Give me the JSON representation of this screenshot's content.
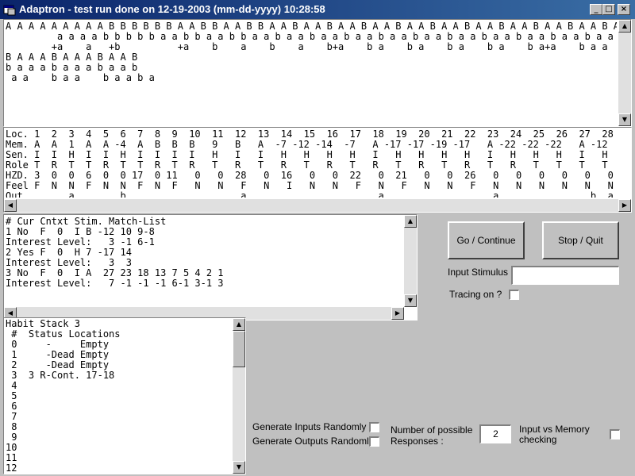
{
  "window": {
    "title": "Adaptron - test run done on 12-19-2003 (mm-dd-yyyy) 10:28:58",
    "minimize_glyph": "_",
    "maximize_glyph": "□",
    "close_glyph": "×"
  },
  "sequence_panel": {
    "lines": [
      "A A A A A A A A A B B B B B B A A B B A A B B A A B A A B A A B A A B A A B A A B A A B A A B A A B A A B A A",
      "         a a a a b b b b b a a b b a a b b a a b a a b a a b a a b a a b a a b a a b a a b a a b a a b a a a",
      "        +a    a   +b          +a    b    a    b    a    b+a    b a    b a    b a    b a    b a+a    b a a    b",
      "B A A A B A A A B A A B",
      "b a a a b a a a b a a b",
      " a a    b a a    b a a b a"
    ]
  },
  "memory_panel": {
    "lines": [
      "Loc. 1  2  3  4  5  6  7  8  9  10  11  12  13  14  15  16  17  18  19  20  21  22  23  24  25  26  27  28",
      "Mem. A  A  1  A  A -4  A  B  B  B   9   B   A  -7 -12 -14  -7   A -17 -17 -19 -17   A -22 -22 -22   A -12",
      "Sen. I  I  H  I  I  H  I  I  I  I   H   I   I   H   H   H   H   I   H   H   H   H   I   H   H   H   I   H",
      "Role T  R  T  T  R  T  T  R  T  R   T   R   T   R   T   R   T   R   T   R   T   R   T   R   T   T   T   T",
      "HZD. 3  0  0  6  0  0 17  0 11   0   0  28   0  16   0   0  22   0  21   0   0  26   0   0   0   0   0   0",
      "Feel F  N  N  F  N  N  F  N  F   N   N   F   N   I   N   N   F   N   F   N   N   F   N   N   N   N   N   N",
      "Out.       a        b                    a                       a                   a                b  a"
    ]
  },
  "context_panel": {
    "lines": [
      "# Cur Cntxt Stim. Match-List",
      "1 No  F  0  I B -12 10 9-8",
      "Interest Level:   3 -1 6-1",
      "2 Yes F  0  H 7 -17 14",
      "Interest Level:   3  3",
      "3 No  F  0  I A  27 23 18 13 7 5 4 2 1",
      "Interest Level:   7 -1 -1 -1 6-1 3-1 3"
    ]
  },
  "habit_panel": {
    "lines": [
      "Habit Stack 3",
      " #  Status Locations",
      " 0     -     Empty",
      " 1     -Dead Empty",
      " 2     -Dead Empty",
      " 3  3 R-Cont. 17-18",
      " 4",
      " 5",
      " 6",
      " 7",
      " 8",
      " 9",
      "10",
      "11",
      "12"
    ]
  },
  "controls": {
    "go_label": "Go / Continue",
    "stop_label": "Stop / Quit",
    "input_stimulus_label": "Input Stimulus :",
    "input_stimulus_value": "",
    "tracing_label": "Tracing on ?",
    "gen_inputs_label": "Generate Inputs Randomly ?",
    "gen_outputs_label": "Generate Outputs Randomly?",
    "num_responses_label_1": "Number of possible",
    "num_responses_label_2": "Responses :",
    "num_responses_value": "2",
    "mem_check_label_1": "Input vs Memory",
    "mem_check_label_2": "checking"
  },
  "icons": {
    "app": "app-window-icon",
    "up": "arrow-up-icon",
    "down": "arrow-down-icon",
    "left": "arrow-left-icon",
    "right": "arrow-right-icon"
  }
}
